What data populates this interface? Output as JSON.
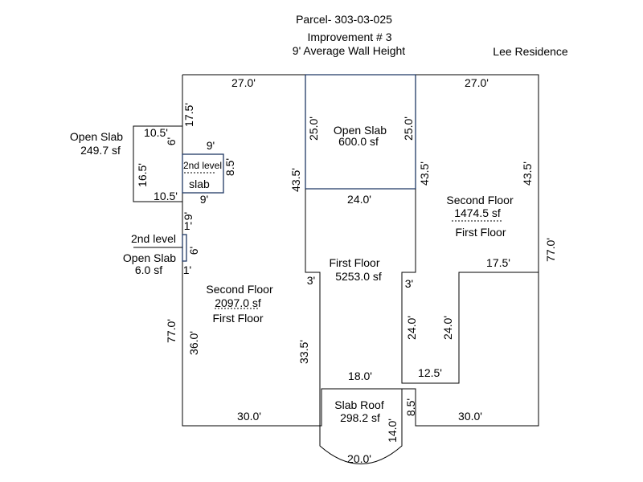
{
  "header": {
    "parcel": "Parcel- 303-03-025",
    "improvement": "Improvement # 3",
    "wall_height": "9' Average Wall Height",
    "owner": "Lee Residence"
  },
  "areas": {
    "open_slab_left": {
      "name": "Open Slab",
      "area": "249.7 sf"
    },
    "second_level_slab": {
      "line1": "2nd level",
      "line2": "slab"
    },
    "open_slab_top": {
      "name": "Open Slab",
      "area": "600.0 sf"
    },
    "second_floor_right": {
      "upper": "Second Floor",
      "area": "1474.5 sf",
      "lower": "First Floor"
    },
    "small_slab": {
      "upper": "2nd level",
      "name": "Open Slab",
      "area": "6.0 sf"
    },
    "first_floor_center": {
      "name": "First Floor",
      "area": "5253.0 sf"
    },
    "second_floor_left": {
      "upper": "Second Floor",
      "area": "2097.0 sf",
      "lower": "First Floor"
    },
    "slab_roof": {
      "name": "Slab Roof",
      "area": "298.2 sf"
    }
  },
  "dimensions": {
    "top_left": "27.0'",
    "top_right": "27.0'",
    "left_top_vertical": "17.5'",
    "slab_left_top": "10.5'",
    "slab_left_6": "6'",
    "slab_left_vert": "16.5'",
    "slab_left_bottom": "10.5'",
    "slab2_top": "9'",
    "slab2_vert": "8.5'",
    "slab2_bottom": "9'",
    "open_top_left_vert": "25.0'",
    "open_top_right_vert": "25.0'",
    "mid_left_vert": "43.5'",
    "mid_right_vert": "43.5'",
    "far_right_vert": "43.5'",
    "mid_width": "24.0'",
    "left_9": "9'",
    "left_1_top": "1'",
    "small_slab_6": "6'",
    "left_1_bottom": "1'",
    "notch_left": "3'",
    "notch_right": "3'",
    "right_notch_width": "17.5'",
    "right_outer_vert": "77.0'",
    "left_outer_vert": "77.0'",
    "left_inner_vert": "36.0'",
    "center_left_vert": "33.5'",
    "inner_24_left": "24.0'",
    "inner_24_right": "24.0'",
    "inner_bottom": "12.5'",
    "roof_top": "18.0'",
    "bottom_left": "30.0'",
    "bottom_right": "30.0'",
    "roof_left_85": "8.5'",
    "roof_right_14": "14.0'",
    "roof_bottom": "20.0'"
  }
}
